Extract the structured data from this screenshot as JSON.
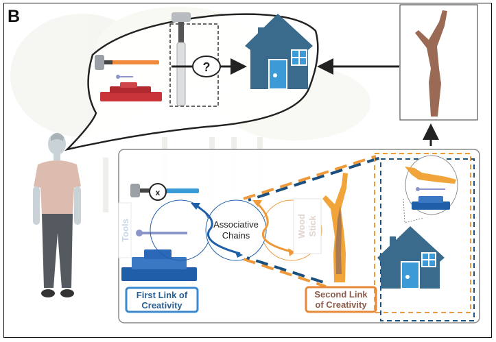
{
  "panel_label": "B",
  "nodes": {
    "associative_chains": {
      "line1": "Associative",
      "line2": "Chains"
    },
    "tools_label": "Tools",
    "wood_stick_label": {
      "line1": "Wood",
      "line2": "Stick"
    },
    "first_link": {
      "line1": "First Link of",
      "line2": "Creativity"
    },
    "second_link": {
      "line1": "Second Link",
      "line2": "of Creativity"
    },
    "question_mark": "?",
    "x_mark": "x"
  },
  "icons": [
    "person-icon",
    "thought-bubble-icon",
    "hammer-icon",
    "nail-icon",
    "brick-pile-icon",
    "missing-hammer-icon",
    "house-icon",
    "stick-icon",
    "blue-brick-pile-icon",
    "broken-hammer-icon"
  ],
  "colors": {
    "blue_primary": "#1f5fa8",
    "blue_dark": "#1a4f7e",
    "house_blue": "#3a6a8c",
    "door_blue": "#3c9ad6",
    "orange": "#ee9a3a",
    "orange_dark": "#e07a2a",
    "red_brick": "#c8343a",
    "stick_brown": "#9a6a55",
    "text_dark": "#222222",
    "second_link_text": "#8a5a4a",
    "first_link_text": "#2a5f94"
  }
}
